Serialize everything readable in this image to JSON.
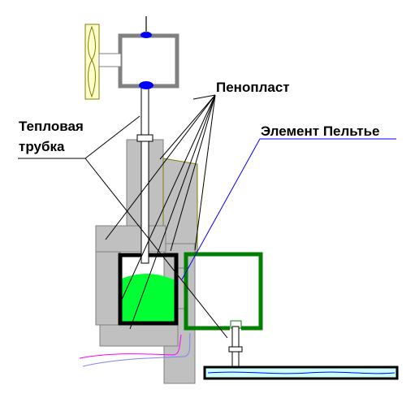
{
  "labels": {
    "foam": "Пенопласт",
    "peltier": "Элемент Пельтье",
    "heat_pipe_line1": "Тепловая",
    "heat_pipe_line2": "трубка"
  },
  "colors": {
    "gray_fill": "#c0c0c0",
    "gray_stroke": "#7f7f7f",
    "olive": "#7f7f00",
    "fan_fill": "#ffffcc",
    "liquid": "#00ff33",
    "peltier_frame": "#007f00",
    "blue": "#0000ff",
    "tray_fill": "#ccffff",
    "wire_magenta": "#ff00ff",
    "wire_purple": "#8080ff",
    "leader_line": "#000000"
  },
  "icons": [
    "fan-icon"
  ]
}
